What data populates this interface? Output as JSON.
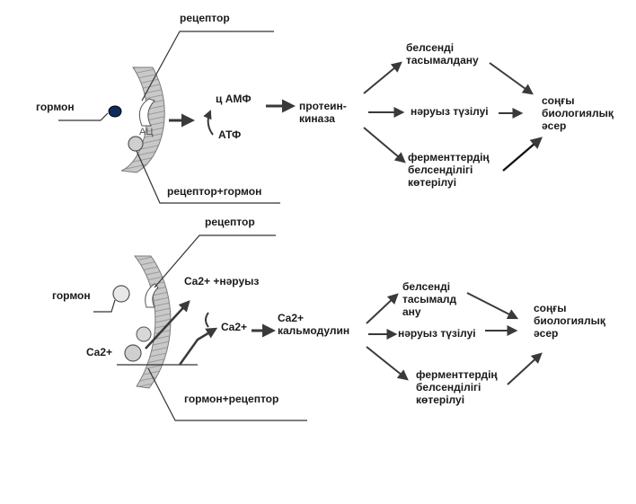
{
  "colors": {
    "ink": "#1a1a1a",
    "arrow": "#4a4a4a",
    "membrane_fill": "#c9c9c9",
    "membrane_stripe": "#8a8a8a",
    "ball_fill": "#cfcfcf",
    "hormone_dark": "#0d2c5e"
  },
  "panel_top": {
    "receptor": "рецептор",
    "hormone": "гормон",
    "membrane_mark": "АЦ",
    "camp": "ц АМФ",
    "atp": "АТФ",
    "protein_kinase": "протеин-\nкиназа",
    "receptor_hormone": "рецептор+гормон",
    "outcome_transport": "белсенді\nтасымалдану",
    "outcome_organelle": "нәруыз түзілуі",
    "outcome_enzyme": "ферменттердің\nбелсенділігі\nкөтерілуі",
    "final_effect": "соңғы\nбиологиялық\nәсер"
  },
  "panel_bottom": {
    "receptor": "рецептор",
    "hormone": "гормон",
    "ca_protein": "Ca2+ +нәруыз",
    "ca": "Ca2+",
    "ca_inside": "Ca2+",
    "ca_calmodulin": "Ca2+\nкальмодулин",
    "hormone_receptor": "гормон+рецептор",
    "outcome_transport": "белсенді\nтасымалд\nану",
    "outcome_organelle": "нәруыз түзілуі",
    "outcome_enzyme": "ферменттердің\nбелсенділігі\nкөтерілуі",
    "final_effect": "соңғы\nбиологиялық\nәсер"
  }
}
